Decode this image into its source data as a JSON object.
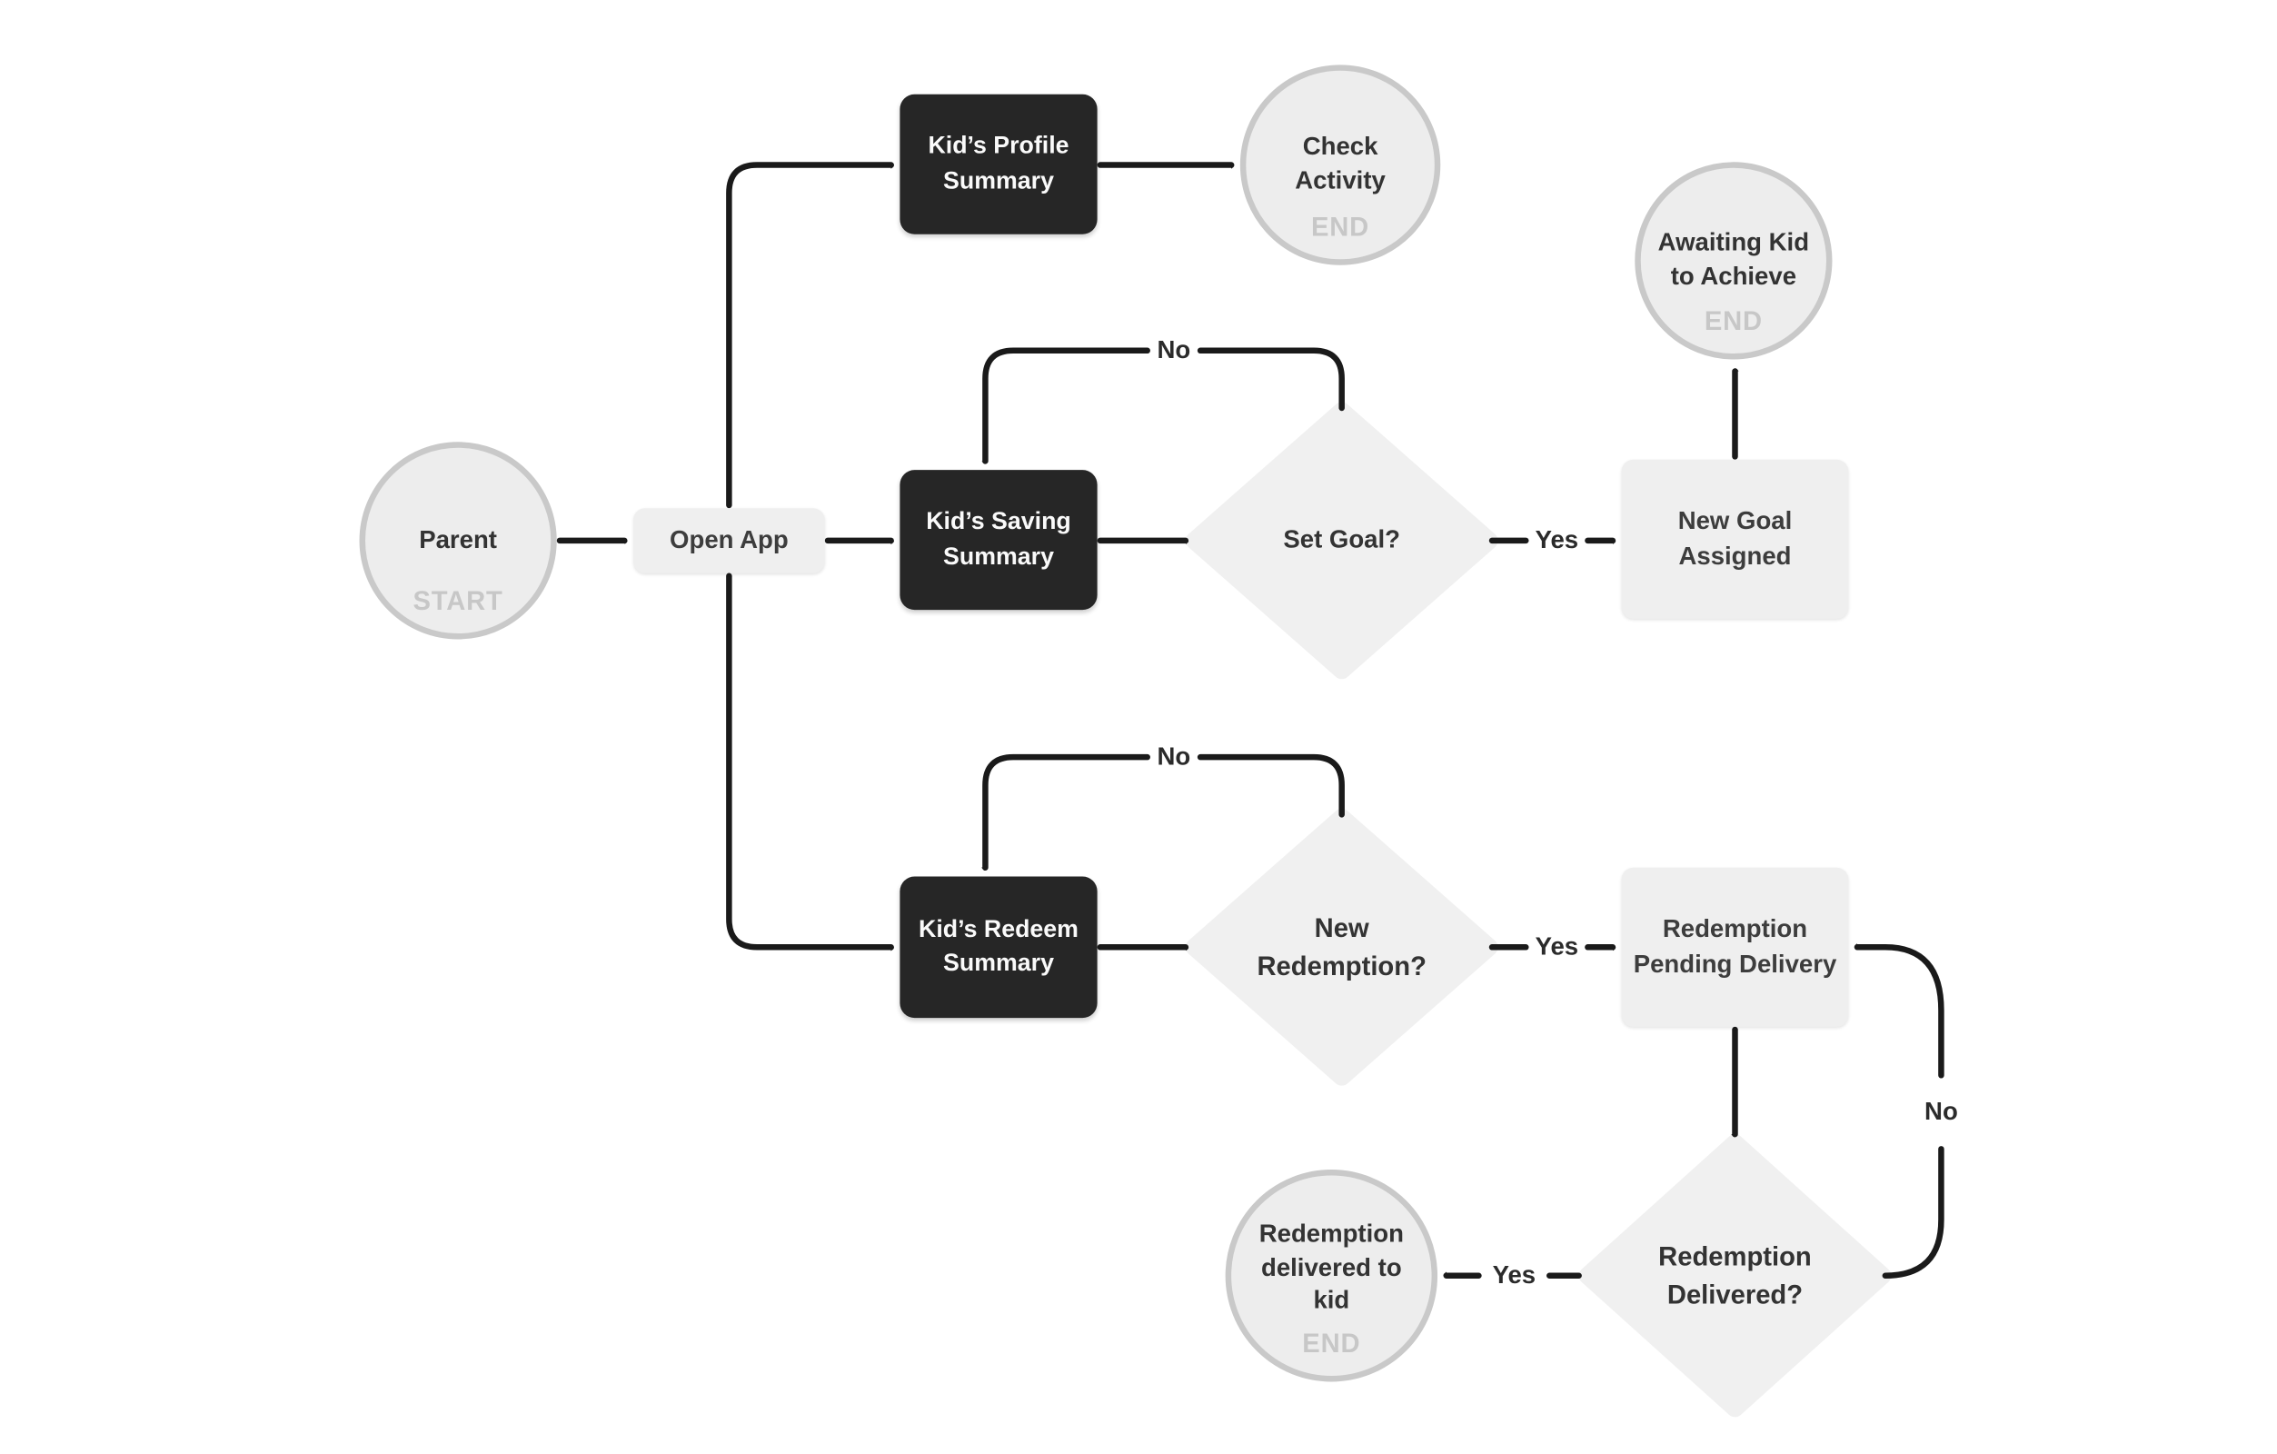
{
  "nodes": {
    "parent": {
      "label": "Parent",
      "tag": "START",
      "type": "terminal"
    },
    "open_app": {
      "label": "Open App",
      "type": "process"
    },
    "kids_profile_summary": {
      "label": "Kid’s Profile Summary",
      "type": "process-dark"
    },
    "check_activity": {
      "label": "Check Activity",
      "tag": "END",
      "type": "terminal"
    },
    "kids_saving_summary": {
      "label": "Kid’s Saving Summary",
      "type": "process-dark"
    },
    "set_goal": {
      "label": "Set Goal?",
      "type": "decision"
    },
    "new_goal_assigned": {
      "label": "New Goal Assigned",
      "type": "process"
    },
    "awaiting_kid_to_achieve": {
      "label": "Awaiting Kid to Achieve",
      "tag": "END",
      "type": "terminal"
    },
    "kids_redeem_summary": {
      "label": "Kid’s Redeem Summary",
      "type": "process-dark"
    },
    "new_redemption": {
      "label": "New Redemption?",
      "type": "decision"
    },
    "redemption_pending_delivery": {
      "label": "Redemption Pending Delivery",
      "type": "process"
    },
    "redemption_delivered": {
      "label": "Redemption Delivered?",
      "type": "decision"
    },
    "redemption_delivered_to_kid": {
      "label": "Redemption delivered to kid",
      "tag": "END",
      "type": "terminal"
    }
  },
  "edge_labels": {
    "set_goal_yes": "Yes",
    "set_goal_no": "No",
    "new_redemption_yes": "Yes",
    "new_redemption_no": "No",
    "redemption_delivered_yes": "Yes",
    "redemption_delivered_no": "No"
  },
  "colors": {
    "background": "#ffffff",
    "dark_node": "#262626",
    "light_node": "#efefef",
    "diamond_fill": "#f0f0f0",
    "terminal_fill": "#ededed",
    "terminal_ring": "#c9c9c9",
    "edge_stroke": "#1a1a1a",
    "text_dark": "#333333",
    "text_light": "#fafafa",
    "tag_text": "#c7c7c7"
  }
}
